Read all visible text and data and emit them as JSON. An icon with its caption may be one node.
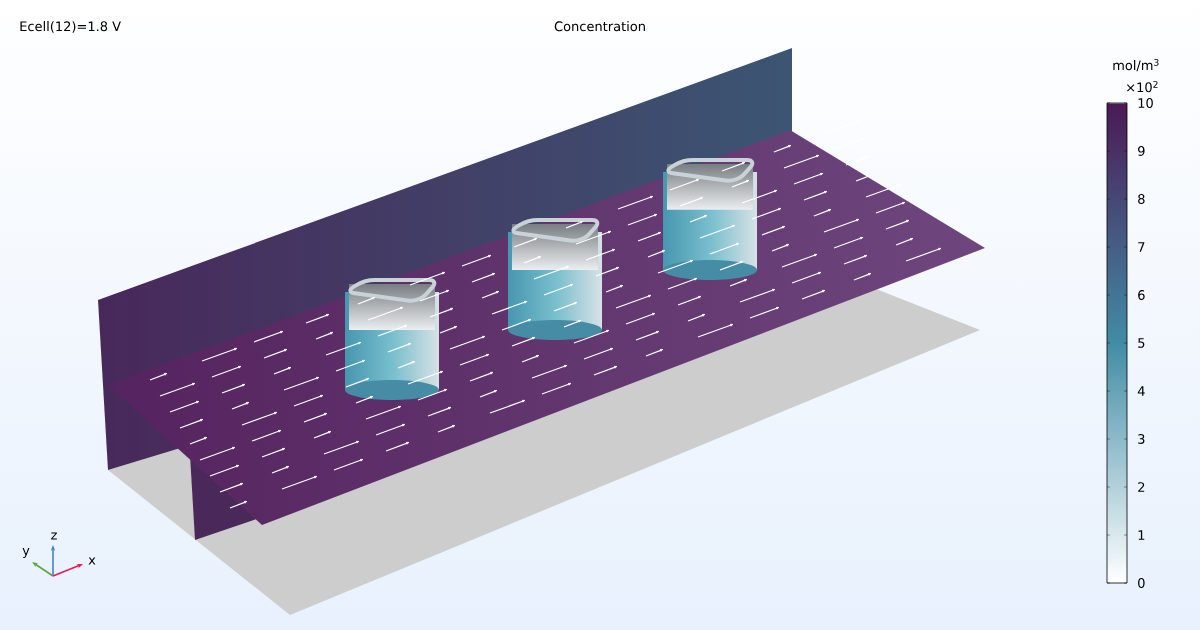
{
  "diagram": {
    "title": "Concentration",
    "labels": [
      "Ecell(12)=1.8 V",
      "mol/m$^{3}$",
      "×10$^{2}$",
      "10",
      "9",
      "8",
      "7",
      "6",
      "5",
      "4",
      "3",
      "2",
      "1",
      "0",
      "z",
      "y",
      "x"
    ]
  }
}
